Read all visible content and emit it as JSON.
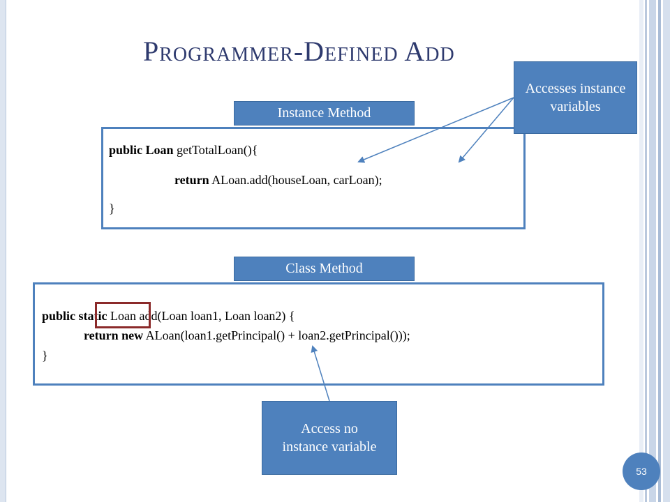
{
  "slide": {
    "title": "Programmer-Defined Add",
    "page_number": "53"
  },
  "instance_section": {
    "label": "Instance Method",
    "line1_kw": "public Loan",
    "line1_rest": " getTotalLoan(){",
    "line2_kw": "return",
    "line2_rest": " ALoan.add(houseLoan, carLoan);",
    "line3": "}"
  },
  "class_section": {
    "label": "Class Method",
    "line1_kw1": "public",
    "line1_kw2": "static",
    "line1_rest": " Loan add(Loan loan1, Loan loan2) {",
    "line2_kw": "return new",
    "line2_rest": " ALoan(loan1.getPrincipal() + loan2.getPrincipal()));",
    "line3": "}"
  },
  "callouts": {
    "top": "Accesses instance variables",
    "bottom": "Access no instance variable"
  },
  "colors": {
    "accent": "#4e81bd",
    "title": "#2e3a6e",
    "highlight": "#8b2a2a"
  }
}
